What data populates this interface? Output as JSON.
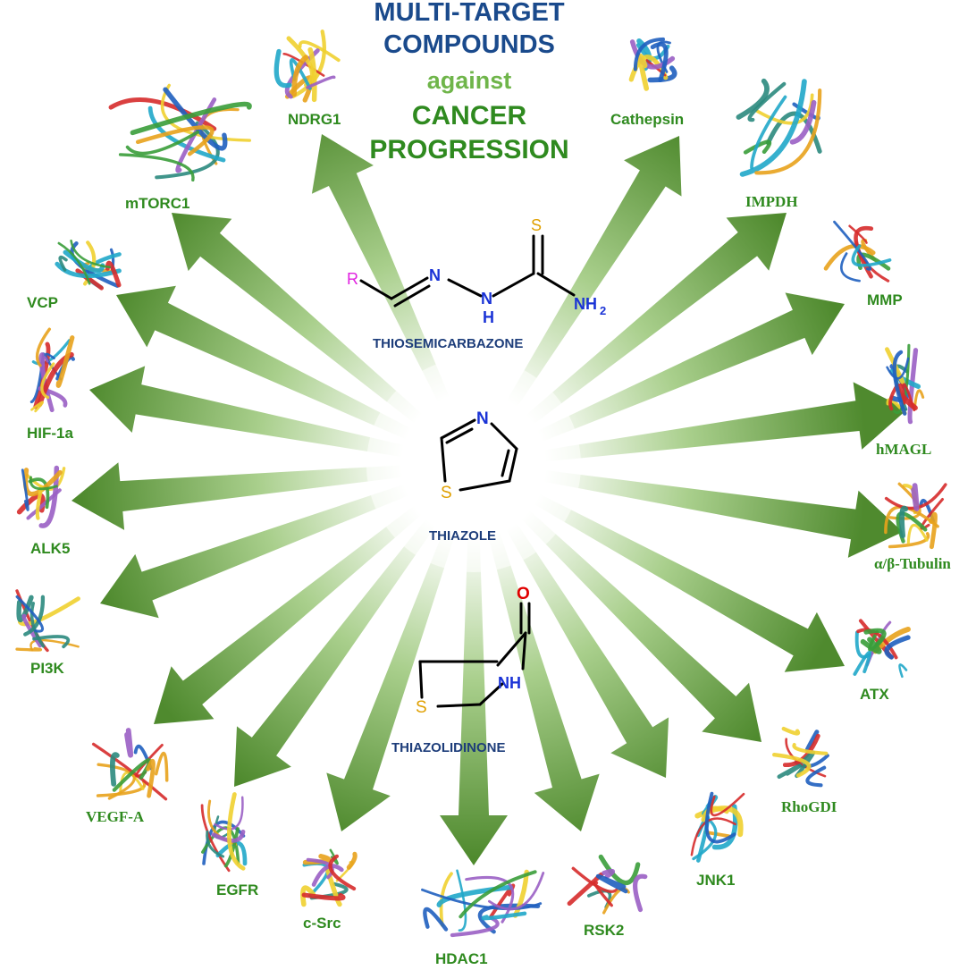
{
  "title": {
    "line1": "MULTI-TARGET",
    "line2": "COMPOUNDS",
    "line3": "against",
    "line4": "CANCER",
    "line5": "PROGRESSION"
  },
  "colors": {
    "title_blue": "#1a4a8c",
    "title_light_green": "#6fb54a",
    "title_green": "#2f8a1f",
    "arrow_green": "#5f9a3c",
    "label_green": "#2f8a1f",
    "chem_blue": "#1d3d7a",
    "atom_N": "#1a33d6",
    "atom_S": "#e0a000",
    "atom_O": "#e00000",
    "atom_R": "#e020e0"
  },
  "targets": [
    {
      "id": "ndrg1",
      "label": "NDRG1"
    },
    {
      "id": "cathepsin",
      "label": "Cathepsin"
    },
    {
      "id": "impdh",
      "label": "IMPDH"
    },
    {
      "id": "mmp",
      "label": "MMP"
    },
    {
      "id": "hmagl",
      "label": "hMAGL"
    },
    {
      "id": "tubulin",
      "label": "α/β-Tubulin"
    },
    {
      "id": "atx",
      "label": "ATX"
    },
    {
      "id": "rhogdi",
      "label": "RhoGDI"
    },
    {
      "id": "jnk1",
      "label": "JNK1"
    },
    {
      "id": "rsk2",
      "label": "RSK2"
    },
    {
      "id": "hdac1",
      "label": "HDAC1"
    },
    {
      "id": "csrc",
      "label": "c-Src"
    },
    {
      "id": "egfr",
      "label": "EGFR"
    },
    {
      "id": "vegfa",
      "label": "VEGF-A"
    },
    {
      "id": "pi3k",
      "label": "PI3K"
    },
    {
      "id": "alk5",
      "label": "ALK5"
    },
    {
      "id": "hif1a",
      "label": "HIF-1a"
    },
    {
      "id": "vcp",
      "label": "VCP"
    },
    {
      "id": "mtorc1",
      "label": "mTORC1"
    }
  ],
  "scaffolds": {
    "thiosemicarbazone": {
      "name": "THIOSEMICARBAZONE",
      "atoms": {
        "R": "R",
        "N1": "N",
        "N2": "N",
        "H": "H",
        "S": "S",
        "NH2": "NH",
        "sub2": "2"
      }
    },
    "thiazole": {
      "name": "THIAZOLE",
      "atoms": {
        "N": "N",
        "S": "S"
      }
    },
    "thiazolidinone": {
      "name": "THIAZOLIDINONE",
      "atoms": {
        "O": "O",
        "NH": "NH",
        "S": "S"
      }
    }
  }
}
